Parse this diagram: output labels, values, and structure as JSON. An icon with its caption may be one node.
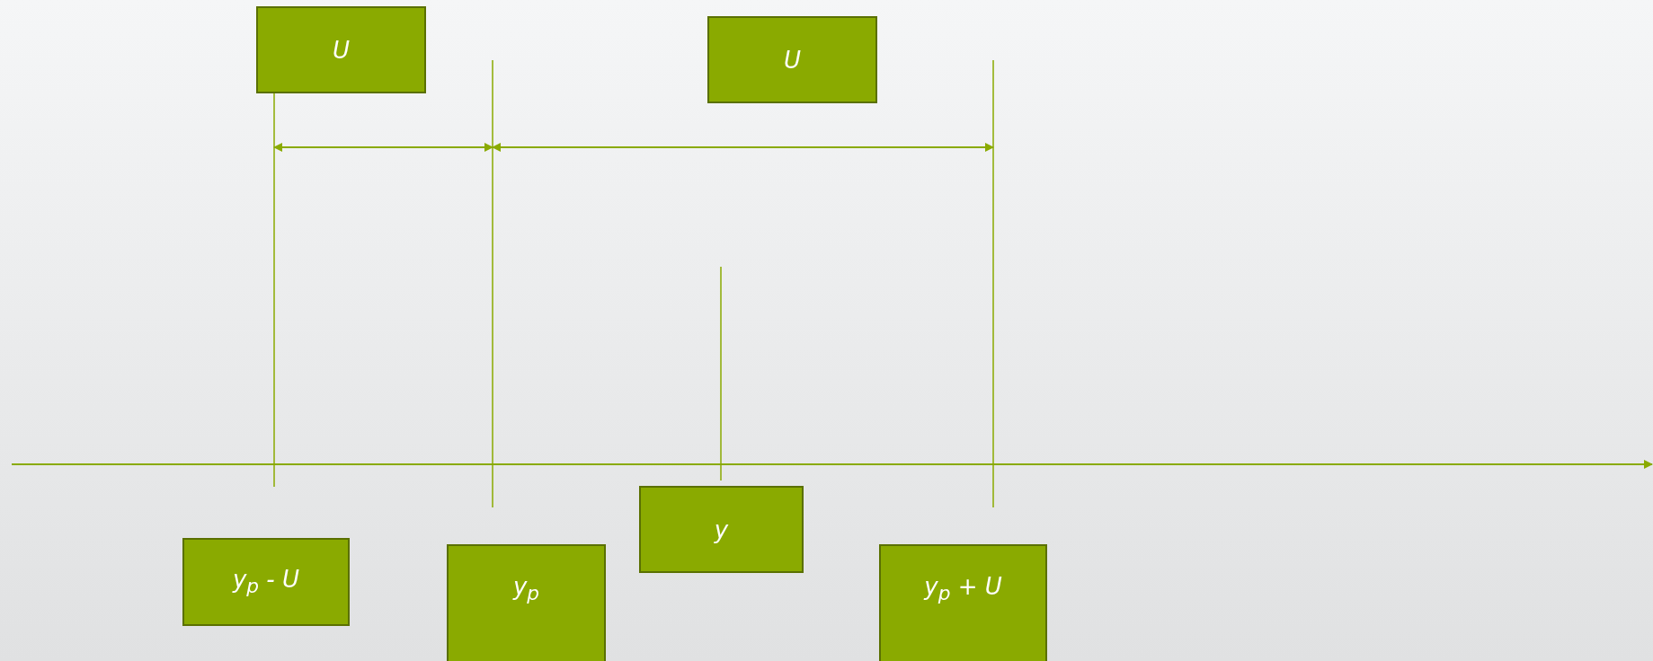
{
  "diagram": {
    "nodes": [
      {
        "text": [
          "U"
        ]
      },
      {
        "text": [
          "U"
        ]
      },
      {
        "text": [
          "y"
        ]
      },
      {
        "text": [
          "y$_{p}$ - U"
        ]
      },
      {
        "text": [
          "y$_{p}$"
        ]
      },
      {
        "text": [
          "y$_{p}$ + U"
        ]
      }
    ]
  }
}
